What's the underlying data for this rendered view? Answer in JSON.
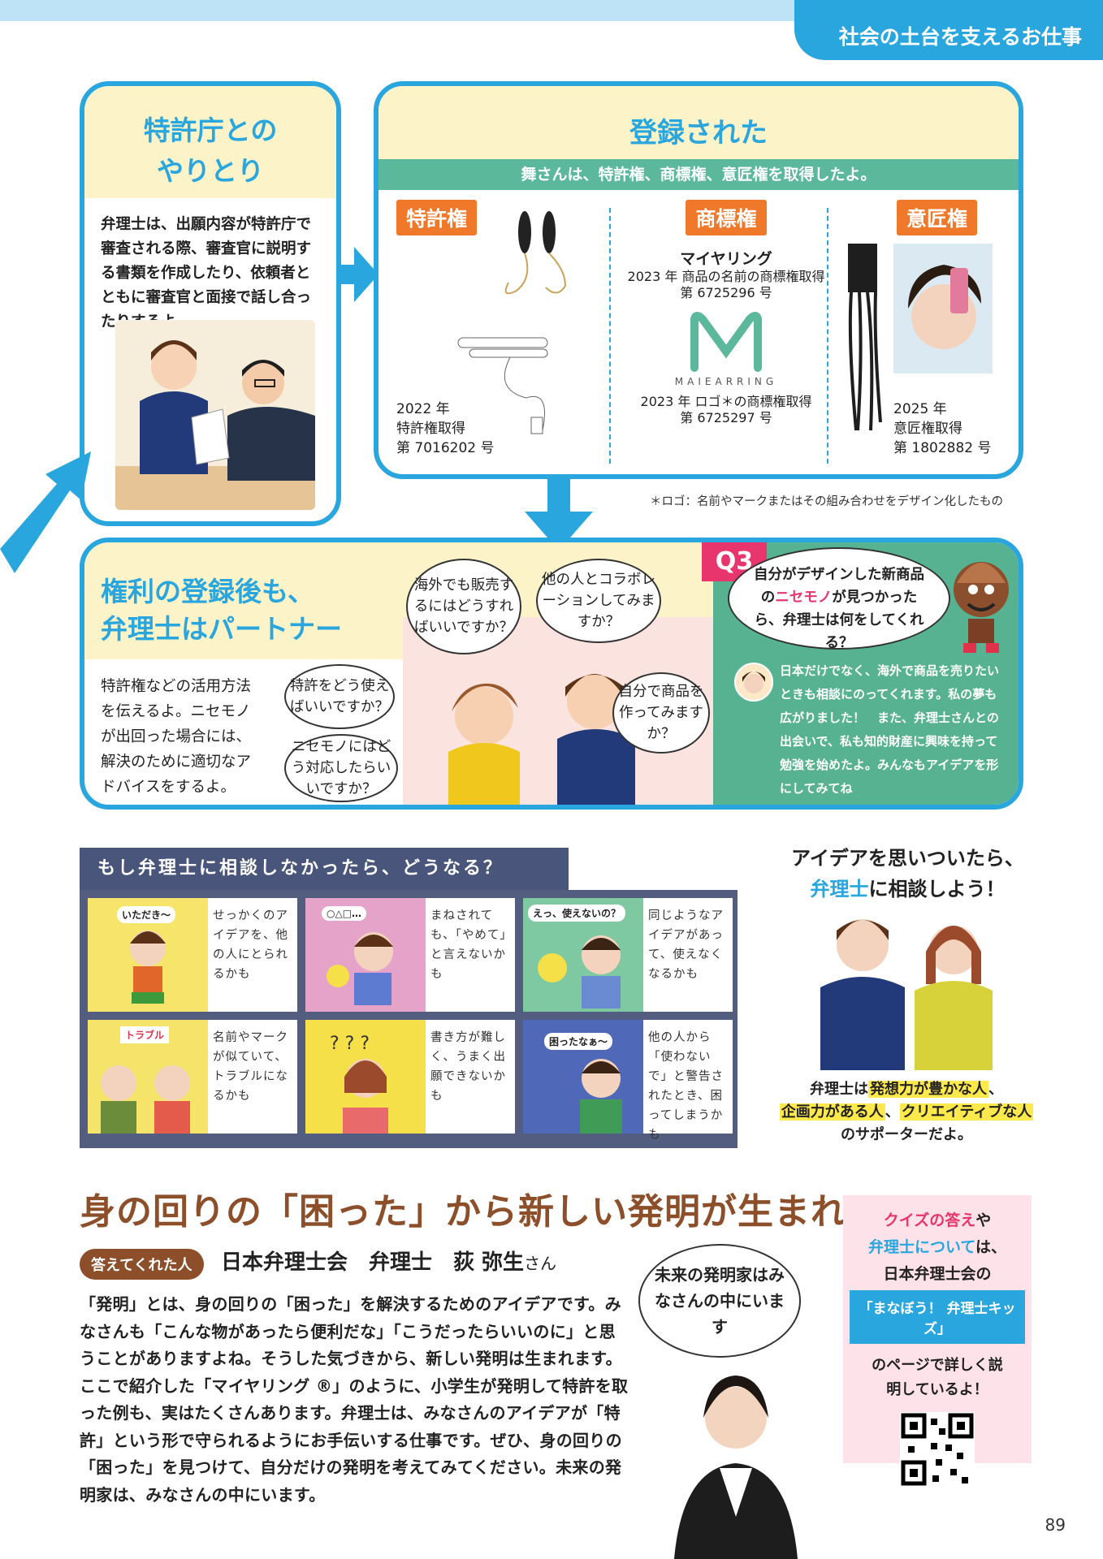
{
  "header": {
    "title": "社会の土台を支えるお仕事"
  },
  "box1": {
    "title_line1": "特許庁との",
    "title_line2": "やりとり",
    "body": "弁理士は、出願内容が特許庁で審査される際、審査官に説明する書類を作成したり、依頼者とともに審査官と面接で話し合ったりするよ。"
  },
  "box2": {
    "title": "登録された",
    "strip": "舞さんは、特許権、商標権、意匠権を取得したよ。",
    "patent": {
      "tag": "特許権",
      "year": "2022 年",
      "label": "特許権取得",
      "number": "第 7016202 号"
    },
    "trademark": {
      "tag": "商標権",
      "product_name": "マイヤリング",
      "line1": "2023 年 商品の名前の商標権取得",
      "number1": "第 6725296 号",
      "logo_text": "MAIEARRING",
      "line2": "2023 年 ロゴ＊の商標権取得",
      "number2": "第 6725297 号"
    },
    "design": {
      "tag": "意匠権",
      "year": "2025 年",
      "label": "意匠権取得",
      "number": "第 1802882 号"
    },
    "footnote": "＊ロゴ：名前やマークまたはその組み合わせをデザイン化したもの"
  },
  "box3": {
    "title_line1": "権利の登録後も、",
    "title_line2": "弁理士はパートナー",
    "body": "特許権などの活用方法を伝えるよ。ニセモノが出回った場合には、解決のために適切なアドバイスをするよ。",
    "bubbles": [
      "海外でも販売するにはどうすればいいですか？",
      "他の人とコラボレーションしてみますか？",
      "特許をどう使えばいいですか？",
      "自分で商品を作ってみますか？",
      "ニセモノにはどう対応したらいいですか？"
    ],
    "q3": {
      "label": "Q3",
      "question_pre": "自分がデザインした新商品の",
      "question_highlight": "ニセモノ",
      "question_post": "が見つかったら、弁理士は何をしてくれる？",
      "answer": "日本だけでなく、海外で商品を売りたいときも相談にのってくれます。私の夢も広がりました！　また、弁理士さんとの出会いで、私も知的財産に興味を持って勉強を始めたよ。みんなもアイデアを形にしてみてね"
    }
  },
  "comic": {
    "title": "もし弁理士に相談しなかったら、どうなる？",
    "cells": [
      {
        "caption": "せっかくのアイデアを、他の人にとられるかも",
        "balloon": "いただき〜"
      },
      {
        "caption": "まねされても、「やめて」と言えないかも",
        "balloon": "○△□…"
      },
      {
        "caption": "同じようなアイデアがあって、使えなくなるかも",
        "balloon": "えっ、使えないの？"
      },
      {
        "caption": "名前やマークが似ていて、トラブルになるかも",
        "balloon": "トラブル"
      },
      {
        "caption": "書き方が難しく、うまく出願できないかも",
        "balloon": ""
      },
      {
        "caption": "他の人から「使わないで」と警告されたとき、困ってしまうかも",
        "balloon": "困ったなぁ〜"
      }
    ]
  },
  "side": {
    "title_line1": "アイデアを思いついたら、",
    "title_line2_a": "弁理士",
    "title_line2_b": "に相談しよう！",
    "desc_pre": "弁理士は",
    "desc_h1": "発想力が豊かな人",
    "desc_mid": "、",
    "desc_h2": "企画力がある人",
    "desc_mid2": "、",
    "desc_h3": "クリエイティブな人",
    "desc_post": "のサポーターだよ。"
  },
  "bottom": {
    "title": "身の回りの「困った」から新しい発明が生まれる",
    "answerer_tag": "答えてくれた人",
    "answerer_org": "日本弁理士会　弁理士　荻 弥生",
    "answerer_suffix": "さん",
    "text": "「発明」とは、身の回りの「困った」を解決するためのアイデアです。みなさんも「こんな物があったら便利だな」「こうだったらいいのに」と思うことがありますよね。そうした気づきから、新しい発明は生まれます。ここで紹介した「マイヤリング ®」のように、小学生が発明して特許を取った例も、実はたくさんあります。弁理士は、みなさんのアイデアが「特許」という形で守られるようにお手伝いする仕事です。ぜひ、身の回りの「困った」を見つけて、自分だけの発明を考えてみてください。未来の発明家は、みなさんの中にいます。",
    "bubble": "未来の発明家はみなさんの中にいます"
  },
  "quiz": {
    "line1": "クイズの答え",
    "line1b": "や",
    "line2": "弁理士について",
    "line2b": "は、",
    "line3": "日本弁理士会の",
    "label": "「まなぼう！ 弁理士キッズ」",
    "line4": "のページで詳しく説明しているよ！"
  },
  "page_number": "89",
  "colors": {
    "accent": "#2aa6df",
    "cream": "#fdf3c9",
    "green": "#5bb89a",
    "orange": "#f0782a",
    "brown": "#8c4f2a",
    "navy": "#525d80"
  }
}
